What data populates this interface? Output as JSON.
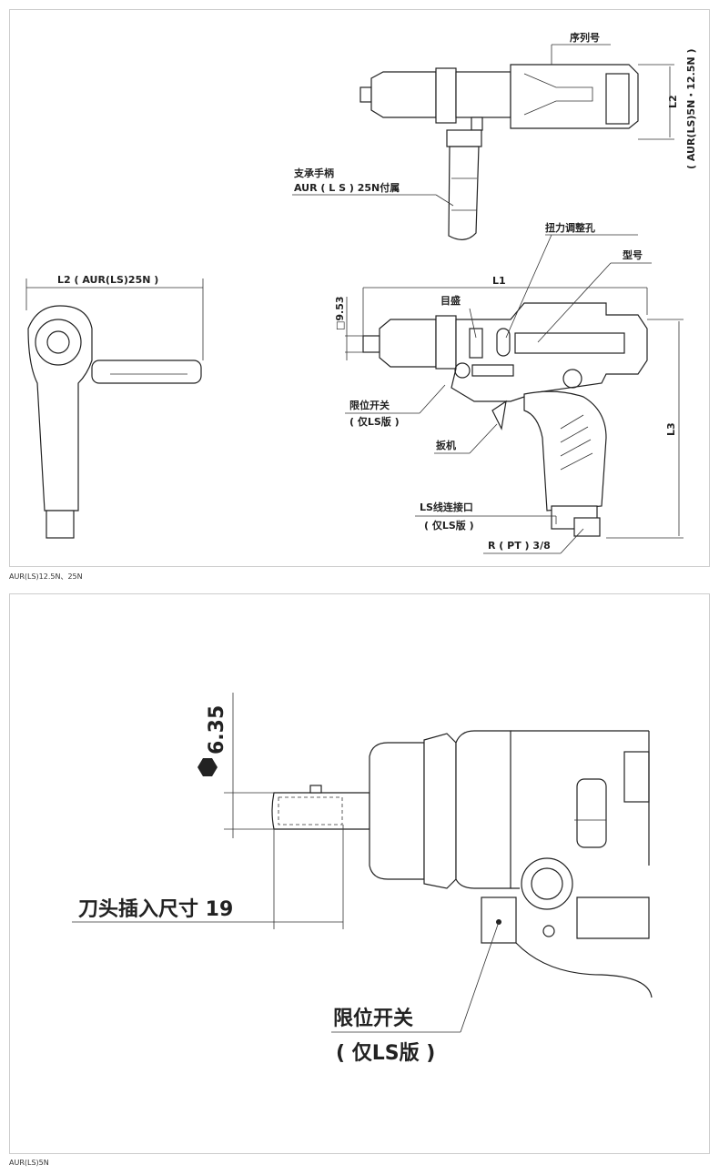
{
  "top_panel": {
    "caption": "AUR(LS)12.5N、25N",
    "labels": {
      "serial_number": "序列号",
      "l2_small": "L2",
      "l2_small_note": "( AUR(LS)5N・12.5N )",
      "support_handle": "支承手柄",
      "support_handle_note": "AUR ( L S ) 25N付属",
      "torque_adjust_hole": "扭力调整孔",
      "model": "型号",
      "l2_large": "L2 ( AUR(LS)25N )",
      "l1": "L1",
      "square_drive": "□9.53",
      "scale": "目盛",
      "limit_switch": "限位开关",
      "ls_only_1": "( 仅LS版 )",
      "trigger": "扳机",
      "ls_cable_port": "LS线连接口",
      "ls_only_2": "( 仅LS版 )",
      "air_inlet": "R ( PT ) 3/8",
      "l3": "L3"
    }
  },
  "bottom_panel": {
    "caption": "AUR(LS)5N",
    "labels": {
      "hex_size": "6.35",
      "bit_insert": "刀头插入尺寸 19",
      "limit_switch": "限位开关",
      "ls_only": "( 仅LS版 )"
    }
  }
}
